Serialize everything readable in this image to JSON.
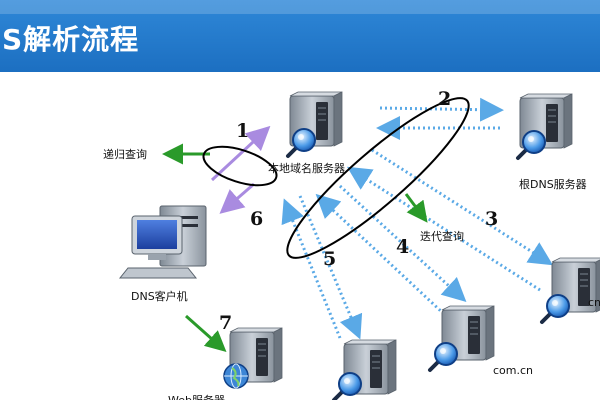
{
  "title": "S解析流程",
  "labels": {
    "recursive_query": "递归查询",
    "local_dns_server": "本地域名服务器",
    "root_dns_server": "根DNS服务器",
    "iterative_query": "迭代查询",
    "dns_client": "DNS客户机",
    "com_cn": "com.cn",
    "cn_partial": "cn",
    "bottom_left_partial": "Web服务器"
  },
  "steps": [
    "1",
    "2",
    "3",
    "4",
    "5",
    "6",
    "7"
  ],
  "colors": {
    "banner": "#1c6fc1",
    "arrow_blue": "#5aa9e6",
    "arrow_purple": "#a98be0",
    "arrow_green": "#2a9a2a",
    "ellipse": "#000000",
    "server_body": "#9aa3ad",
    "server_dark": "#2a2f38",
    "magnifier": "#1d6fd0"
  },
  "icons": [
    "server-icon",
    "computer-icon",
    "magnifier-icon",
    "globe-icon"
  ]
}
